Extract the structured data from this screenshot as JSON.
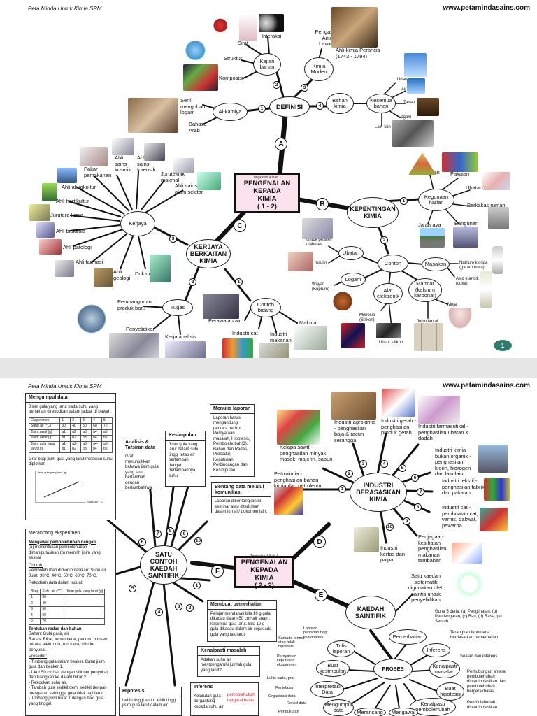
{
  "page1": {
    "header_left": "Peta Minda Untuk Kimia SPM",
    "header_right": "www.petamindasains.com",
    "center": {
      "tag": "Tingkatan 4 Bab 1",
      "line1": "PENGENALAN",
      "line2": "KEPADA",
      "line3": "KIMIA",
      "line4": "( 1 - 2)"
    },
    "letters": {
      "a": "A",
      "b": "B",
      "c": "C"
    },
    "definisi": {
      "label": "DEFINISI",
      "kajian_bahan": "Kajian bahan",
      "sifat": "Sifat",
      "interaksi": "Interaksi",
      "struktur": "Struktur",
      "komposisi": "Komposisi",
      "kimia_moden": "Kimia Moden",
      "pengasas": "Pengasas: Antoine Lavoisier",
      "ahli_kimia": "Ahli kimia Perancis (1743 - 1794)",
      "alkamiya": "Al-kamiya",
      "seni": "Seni mengubah logam",
      "bahasa_arab": "Bahasa Arab",
      "bahan_kimia": "Bahan kimia",
      "kesemua_bahan": "Kesemua bahan",
      "udara": "Udara",
      "air": "Air",
      "tanah": "Tanah",
      "logam": "Logam",
      "lainlain": "Lain-lain"
    },
    "kepentingan": {
      "label": "KEPENTINGAN KIMIA",
      "kegunaan": "Kegunaan harian",
      "makanan": "Makanan",
      "pakaian": "Pakaian",
      "ubatan": "Ubatan",
      "perkakas": "Perkakas rumah",
      "jalanraya": "Jalanraya",
      "bangunan": "Bangunan",
      "contoh": "Contoh",
      "ubatan2": "Ubatan",
      "pesakit": "Untuk pesakit diabetes",
      "insulin": "Insulin",
      "masakan": "Masakan",
      "natrium": "Natrium klorida (garam meja)",
      "asid": "Asid etanoik (cuka)",
      "logam": "Logam",
      "wayar": "Wayar (Kuprum)",
      "alat": "Alat elektronik",
      "mikrocip": "Mikrocip (Silikon)",
      "unsur": "Unsur silikon",
      "marmar": "Marmar (kalsium karbonat)",
      "meja": "Meja",
      "jubin": "Jubin lantai"
    },
    "kerjaya": {
      "label": "KERJAYA BERKAITAN KIMIA",
      "kerjaya": "Kerjaya",
      "items": [
        "Pakar pemakanan",
        "Ahli sains kosmik",
        "Ahli sains forensik",
        "Juruteknik makmal",
        "Ahli sains alam sekitar",
        "Ahli akuakultur",
        "Ahli hortikultur",
        "Jurutera kimia",
        "Ahli biokimia",
        "Ahli patologi",
        "Ahli farmasi",
        "Ahli geologi",
        "Doktor"
      ],
      "tugas": "Tugas",
      "pembangunan": "Pembangunan produk baru",
      "penyelidikan": "Penyelidikan",
      "kerja_analisis": "Kerja analisis",
      "contoh_bidang": "Contoh bidang",
      "perawatan_air": "Perawatan air",
      "industri_cat": "Industri cat",
      "industri_makanan": "Industri makanan",
      "makmal": "Makmal"
    },
    "page_number": "1"
  },
  "page2": {
    "header_left": "Peta Minda Untuk Kimia SPM",
    "header_right": "www.petamindasains.com",
    "center": {
      "tag": "Tingkatan 4 Bab 1",
      "line1": "PENGENALAN",
      "line2": "KEPADA",
      "line3": "KIMIA",
      "line4": "( 2 - 2)"
    },
    "letters": {
      "d": "D",
      "e": "E",
      "f": "F"
    },
    "mengumpul": {
      "title": "Mengumpul data",
      "text": "Jisim gula yang larut pada suhu yang berlainan direkodkan dalam jadual di bawah:",
      "table": [
        [
          "Eksperimen",
          "1",
          "2",
          "3",
          "4",
          "5"
        ],
        [
          "Suhu air (°C)",
          "30",
          "40",
          "50",
          "60",
          "70"
        ],
        [
          "Jisim awal (g)",
          "a1",
          "a2",
          "a3",
          "a4",
          "a5"
        ],
        [
          "Jisim akhir (g)",
          "b1",
          "b2",
          "b3",
          "b4",
          "b5"
        ],
        [
          "Jisim gula yang larut (g)",
          "a1-b1",
          "a2-b2",
          "a3-b3",
          "a4-b4",
          "a5-b5"
        ]
      ],
      "graf_text": "Graf bagi jisim gula yang larut melawan suhu diplotkan",
      "ylabel": "Jisim gula yang larut (g)",
      "xlabel": "Suhu air (°C)"
    },
    "merancang": {
      "title": "Merancang eksperimen",
      "h1": "Mengawal pembolehubah dengan",
      "t1": "(a) menentukan pembolehubah dimanipulasikan (b) memilih jisim yang sesuai",
      "h2": "Contoh:",
      "t2": "Pembolehubah dimanipulasikan: Suhu air Julat: 30°C, 40°C, 50°C, 60°C, 70°C.",
      "t3": "Rekodkan data dalam jadual:",
      "table_head": [
        "Bkep",
        "Suhu air (°C)",
        "Jisim gula yang larut (g)"
      ],
      "table_rows": [
        [
          "1",
          "30",
          ""
        ],
        [
          "2",
          "40",
          ""
        ],
        [
          "3",
          "50",
          ""
        ],
        [
          "4",
          "60",
          ""
        ],
        [
          "5",
          "70",
          ""
        ]
      ],
      "h3": "Tentukan radas dan bahan",
      "t4": "Bahan: Gula pasir, air",
      "t5": "Radas: Bikar, termometer, penunu bunsen, neraca elektronik, rod kaca, silinder penyukat",
      "t6": "Prosedur:",
      "t7": "- Timbang gula dalam beaker. Catat jisim gula dan beaker 1.",
      "t8": "- Ukur 50 cm³ air dengan silinder penyukat dan tuangkan ke dalam bikar 2.",
      "t9": "- Rekodkan suhu air.",
      "t10": "- Tambah gula sedikit demi sedikit dengan mengacau sehingga gula tidak lagi larut.",
      "t11": "- Timbang jisim bikar 1 dengan baki gula yang tinggal."
    },
    "analisis": {
      "title": "Analisis & Tafsiran data",
      "text": "Graf menunjukkan bahawa jisim gula yang larut bertambah dengan bertambahnya suhu."
    },
    "kesimpulan": {
      "title": "Kesimpulan",
      "text": "Jisim gula yang larut dalam suhu tinggi tetap air bertambah dengan bertambahnya suhu."
    },
    "menulis": {
      "title": "Menulis laporan",
      "text": "Laporan harus mengandungi perkara berikut: Pernyataan masalah, Hipotesis, Pembolehubah(3), Bahan dan Radas, Prosedur, Keputusan, Perbincangan dan Kesimpulan"
    },
    "bentang": {
      "title": "Bentang data melalui komunikasi",
      "text": "Laporan dibentangkan di seminar atau diterbitkan dalam jurnal / dokumen lain."
    },
    "pemerhatian": {
      "title": "Membuat pemerhatian",
      "text": "Pelajar mendapati bila 10 g gula dikacau dalam 50 cm³ air suam, kesemua gula larut. Bila 10 g gula dikacau dalam air sejuk ada gula yang tak larut."
    },
    "masalah": {
      "title": "Kenalpasti masalah",
      "text": "Adakah suhu air mempengaruhi jumlah gula yang larut?"
    },
    "hipotesis": {
      "title": "Hipotesis",
      "text": "Lebih tinggi suhu, lebih tinggi jisim gula larut dalam air."
    },
    "inferens": {
      "title": "Inferens",
      "text": "Kelarutan gula bergantung kepada suhu air",
      "note": "pembolehubah bergerakbalas"
    },
    "satu_contoh": "SATU CONTOH KAEDAH SAINTIFIK",
    "industri": {
      "label": "INDUSTRI BERASASKAN KIMIA",
      "items": [
        "Petrokimia - penghasilan bahan kimia dari petroleum",
        "Kelapa sawit - penghasilan minyak masak, majerin, sabun",
        "Industri agrokimia - penghasilan baja & racun serangga",
        "Industri getah - penghasilan produk getah",
        "Industri farmasutikal - penghasilan ubatan & dadah",
        "Industri kimia bukan organik - penghasilan klorin, hidrogen dan lain-lain",
        "Industri tekstil - penghasilan fabrik dan pakaian",
        "Industri cat - pembuatan cat, varnis, dakwat, pewarna.",
        "Penjagaan kesihatan - penghasilan makanan tambahan",
        "Industri kertas dan palpa"
      ]
    },
    "kaedah": {
      "label": "KAEDAH SAINTIFIK",
      "desc": "Satu kaedah sistematik digunakan oleh saintis untuk penyelidikan",
      "deria": "Guna 5 deria: (a) Penglihatan, (b) Pendengaran, (c) Bau, (d) Rasa, (e) Sentuh",
      "terangkan": "Terangkan fenomena berdasarkan pemerhatian",
      "soalan": "Soalan dari inferens",
      "perhubungan": "Perhubungan antara pembolehubah dimanipulasikan dan pembolehubah bergerakbalas",
      "pembolehubah_dim": "Pembolehubah dimanipulasikan",
      "proses": "PROSES",
      "pemerhatian": "Pemerhatian",
      "inferens": "Inferens",
      "kenalpasti_masalah": "Kenalpasti masalah",
      "buat_hipotesis": "Buat hipotesis",
      "kenalpasti_pemb": "Kenalpasti pembolehubah",
      "tulis_laporan": "Tulis laporan",
      "buat_kesimpulan": "Buat kesimpulan",
      "interpretasi": "Interpretasi Data",
      "mengumpul": "Mengumpul data",
      "merancang": "Merancang",
      "mengawal": "Mengawal",
      "laporan_note": "Laporan perincian bagi eksperimen",
      "samada": "Samada terima atau tolak hipotesis",
      "pernyataan": "Pernyataan keputusan eksperimen",
      "lukis": "Lukis carta, graf",
      "penjelasan": "Penjelasan",
      "organisasi": "Organisasi data",
      "rekod": "Rekod data",
      "pengukuran": "Pengukuran"
    }
  }
}
